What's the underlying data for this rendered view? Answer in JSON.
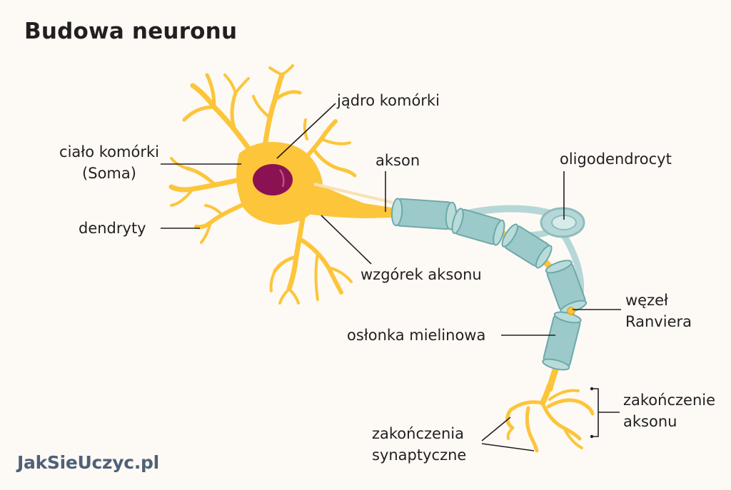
{
  "title": "Budowa neuronu",
  "labels": {
    "nucleus": "jądro komórki",
    "soma_line1": "ciało komórki",
    "soma_line2": "(Soma)",
    "axon": "akson",
    "oligodendrocyte": "oligodendrocyt",
    "dendrites": "dendryty",
    "axon_hillock": "wzgórek aksonu",
    "node_line1": "węzeł",
    "node_line2": "Ranviera",
    "myelin_sheath": "osłonka mielinowa",
    "axon_terminal_line1": "zakończenie",
    "axon_terminal_line2": "aksonu",
    "synaptic_line1": "zakończenia",
    "synaptic_line2": "synaptyczne"
  },
  "brand": "JakSieUczyc.pl",
  "colors": {
    "neuron": "#fcc53a",
    "neuron_dark": "#f4b12a",
    "nucleus": "#8b1252",
    "myelin": "#9cc9c9",
    "myelin_edge": "#6ea8aa",
    "oligodendrocyte": "#b5d7d7",
    "background": "#fdfaf5",
    "text": "#231f20",
    "brand": "#4f6177"
  }
}
